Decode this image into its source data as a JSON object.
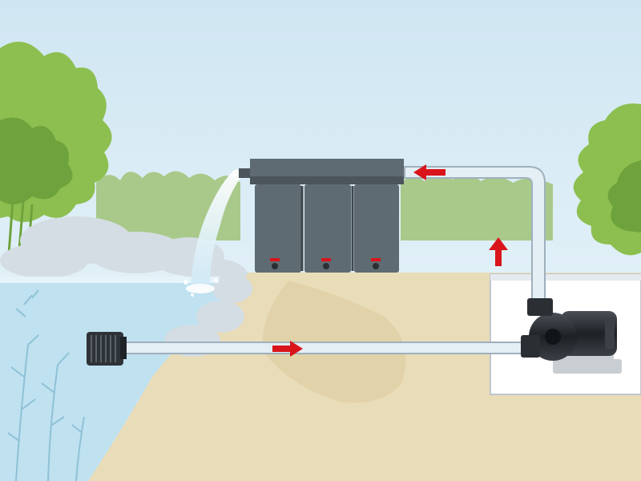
{
  "colors": {
    "sky_top": "#cfe6f2",
    "sky_bottom": "#eef7fb",
    "distant_vegetation": "#a9c98a",
    "foliage": "#8cbf4f",
    "foliage_dark": "#6ea23c",
    "water": "#bfe1f0",
    "water_plants": "#8fc1d6",
    "rocks": "#d4dde3",
    "ground": "#e9dcb8",
    "ground_shadow": "#dccb9c",
    "filter_body": "#5f6b72",
    "filter_dark": "#4b555b",
    "pipe": "#e4eef5",
    "pipe_outline": "#9fb0bc",
    "flow_arrow": "#d9141b",
    "pump_body": "#2b2f33",
    "pump_base": "#c9ced2"
  },
  "components": {
    "filter": {
      "chambers": 3,
      "drain_valves": 3
    },
    "pump": {
      "location": "dry-well"
    },
    "intake": {
      "type": "strainer"
    },
    "waterfall": {
      "present": true
    }
  },
  "flow_arrows": [
    {
      "segment": "intake-pipe",
      "direction": "right"
    },
    {
      "segment": "riser-pipe",
      "direction": "up"
    },
    {
      "segment": "top-pipe",
      "direction": "left"
    }
  ]
}
